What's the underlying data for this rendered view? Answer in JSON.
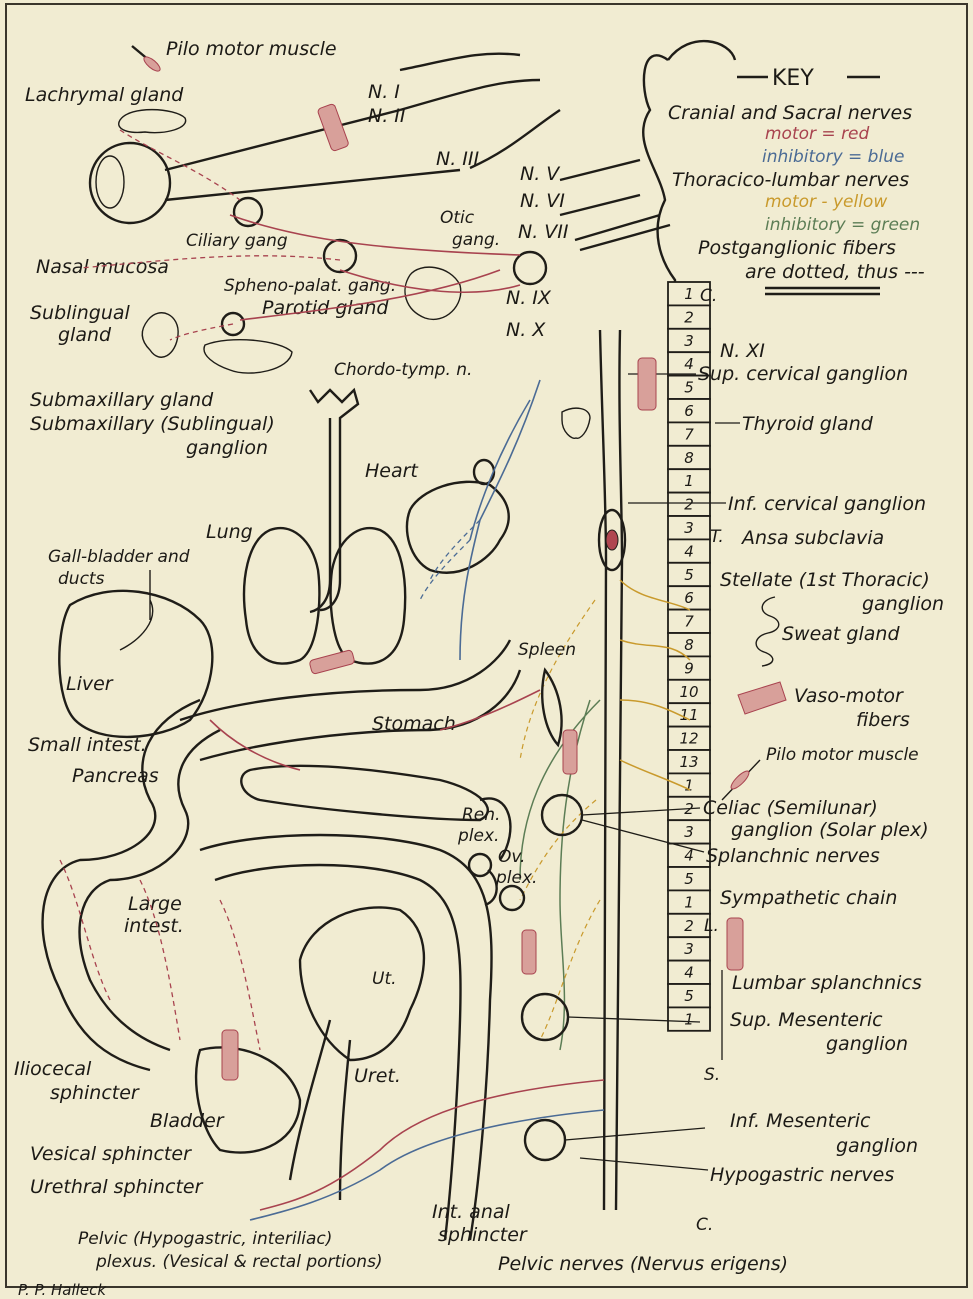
{
  "key": {
    "title": "KEY",
    "cranial_sacral": "Cranial and Sacral nerves",
    "motor_red": "motor = red",
    "inhibitory_blue": "inhibitory = blue",
    "thoracico_lumbar": "Thoracico-lumbar nerves",
    "motor_yellow": "motor - yellow",
    "inhibitory_green": "inhibitory = green",
    "postganglionic_1": "Postganglionic fibers",
    "postganglionic_2": "are dotted, thus ---",
    "colors": {
      "motor_cranial_sacral": "#a8434f",
      "inhibitory_cranial_sacral": "#4b6b95",
      "motor_thoracico_lumbar": "#c99a2c",
      "inhibitory_thoracico_lumbar": "#5c7d55"
    }
  },
  "labels": {
    "pilo_motor_top": "Pilo motor muscle",
    "lachrymal": "Lachrymal gland",
    "n1": "N. I",
    "n2": "N. II",
    "n3": "N. III",
    "n5": "N. V",
    "n6": "N. VI",
    "n7": "N. VII",
    "otic_1": "Otic",
    "otic_2": "gang.",
    "n9": "N. IX",
    "n10": "N. X",
    "n11": "N. XI",
    "ciliary": "Ciliary gang",
    "nasal": "Nasal mucosa",
    "spheno": "Spheno-palat. gang.",
    "parotid": "Parotid gland",
    "sublingual_1": "Sublingual",
    "sublingual_2": "gland",
    "chordo": "Chordo-tymp. n.",
    "submax_gland": "Submaxillary gland",
    "submax_ganglion_1": "Submaxillary (Sublingual)",
    "submax_ganglion_2": "ganglion",
    "heart": "Heart",
    "lung": "Lung",
    "gall_1": "Gall-bladder and",
    "gall_2": "ducts",
    "liver": "Liver",
    "spleen": "Spleen",
    "stomach": "Stomach",
    "small_intest": "Small intest.",
    "pancreas": "Pancreas",
    "ren_1": "Ren.",
    "ren_2": "plex.",
    "ov_1": "Ov.",
    "ov_2": "plex.",
    "large_1": "Large",
    "large_2": "intest.",
    "ut": "Ut.",
    "uret": "Uret.",
    "iliocecal_1": "Iliocecal",
    "iliocecal_2": "sphincter",
    "bladder": "Bladder",
    "vesical": "Vesical sphincter",
    "urethral": "Urethral sphincter",
    "pelvic_plexus_1": "Pelvic (Hypogastric, interiliac)",
    "pelvic_plexus_2": "plexus. (Vesical & rectal portions)",
    "int_anal_1": "Int. anal",
    "int_anal_2": "sphincter",
    "pelvic_nerves": "Pelvic nerves (Nervus erigens)",
    "sup_cervical": "Sup. cervical ganglion",
    "thyroid": "Thyroid gland",
    "inf_cervical": "Inf. cervical ganglion",
    "ansa": "Ansa subclavia",
    "stellate_1": "Stellate (1st Thoracic)",
    "stellate_2": "ganglion",
    "sweat": "Sweat gland",
    "vaso_1": "Vaso-motor",
    "vaso_2": "fibers",
    "pilo_motor_right": "Pilo motor muscle",
    "celiac_1": "Celiac (Semilunar)",
    "celiac_2": "ganglion (Solar plex)",
    "splanchnic": "Splanchnic nerves",
    "sympathetic_chain": "Sympathetic chain",
    "lumbar_splanchnics": "Lumbar splanchnics",
    "sup_mesenteric_1": "Sup. Mesenteric",
    "sup_mesenteric_2": "ganglion",
    "inf_mesenteric_1": "Inf. Mesenteric",
    "inf_mesenteric_2": "ganglion",
    "hypogastric": "Hypogastric nerves",
    "region_c_top": "C.",
    "region_t": "T.",
    "region_l": "L.",
    "region_s": "S.",
    "region_c_bottom": "C.",
    "signature": "P. P. Halleck"
  },
  "spine": {
    "cervical": [
      "1",
      "2",
      "3",
      "4",
      "5",
      "6",
      "7",
      "8"
    ],
    "thoracic": [
      "1",
      "2",
      "3",
      "4",
      "5",
      "6",
      "7",
      "8",
      "9",
      "10",
      "11",
      "12",
      "13"
    ],
    "lumbar": [
      "1",
      "2",
      "3",
      "4",
      "5"
    ],
    "sacral": [
      "1",
      "2",
      "3",
      "4",
      "5"
    ],
    "coccygeal": [
      "1"
    ]
  }
}
